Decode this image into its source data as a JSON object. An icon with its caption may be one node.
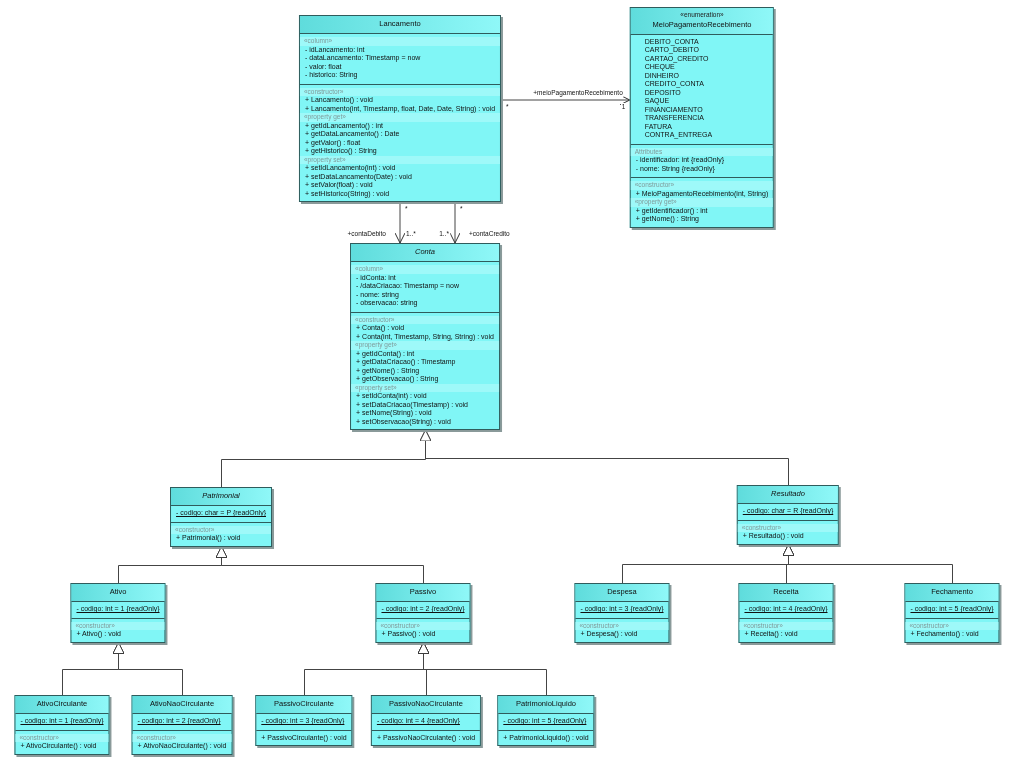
{
  "diagram": {
    "nodes": [
      {
        "text": [
          "Lancamento",
          "«column»",
          "- idLancamento: int",
          "- dataLancamento: Timestamp = now",
          "- valor: float",
          "- historico: String",
          "«constructor»",
          "+ Lancamento() : void",
          "+ Lancamento(int, Timestamp, float, Date, Date, String) : void",
          "«property get»",
          "+ getIdLancamento() : int",
          "+ getDataLancamento() : Date",
          "+ getValor() : float",
          "+ getHistorico() : String",
          "«property set»",
          "+ setIdLancamento(int) : void",
          "+ setDataLancamento(Date) : void",
          "+ setValor(float) : void",
          "+ setHistorico(String) : void"
        ]
      },
      {
        "text": [
          "«enumeration»",
          "MeioPagamentoRecebimento",
          "DEBITO_CONTA",
          "CARTO_DEBITO",
          "CARTAO_CREDITO",
          "CHEQUE",
          "DINHEIRO",
          "CREDITO_CONTA",
          "DEPOSITO",
          "SAQUE",
          "FINANCIAMENTO",
          "TRANSFERENCIA",
          "FATURA",
          "CONTRA_ENTREGA",
          "Attributes",
          "- identificador: int {readOnly}",
          "- nome: String {readOnly}",
          "«constructor»",
          "+ MeioPagamentoRecebimento(int, String)",
          "«property get»",
          "+ getIdentificador() : int",
          "+ getNome() : String"
        ]
      },
      {
        "text": [
          "Conta",
          "«column»",
          "- idConta: int",
          "- /dataCriacao: Timestamp = now",
          "- nome: string",
          "- observacao: string",
          "«constructor»",
          "+ Conta() : void",
          "+ Conta(int, Timestamp, String, String) : void",
          "«property get»",
          "+ getIdConta() : int",
          "+ getDataCriacao() : Timestamp",
          "+ getNome() : String",
          "+ getObservacao() : String",
          "«property set»",
          "+ setIdConta(int) : void",
          "+ setDataCriacao(Timestamp) : void",
          "+ setNome(String) : void",
          "+ setObservacao(String) : void"
        ]
      },
      {
        "text": [
          "Patrimonial",
          "- codigo: char = P {readOnly}",
          "«constructor»",
          "+ Patrimonial() : void"
        ]
      },
      {
        "text": [
          "Resultado",
          "- codigo: char = R {readOnly}",
          "«constructor»",
          "+ Resultado() : void"
        ]
      },
      {
        "text": [
          "Ativo",
          "- codigo: int = 1 {readOnly}",
          "«constructor»",
          "+ Ativo() : void"
        ]
      },
      {
        "text": [
          "Passivo",
          "- codigo: int = 2 {readOnly}",
          "«constructor»",
          "+ Passivo() : void"
        ]
      },
      {
        "text": [
          "Despesa",
          "- codigo: int = 3 {readOnly}",
          "«constructor»",
          "+ Despesa() : void"
        ]
      },
      {
        "text": [
          "Receita",
          "- codigo: int = 4 {readOnly}",
          "«constructor»",
          "+ Receita() : void"
        ]
      },
      {
        "text": [
          "Fechamento",
          "- codigo: int = 5 {readOnly}",
          "«constructor»",
          "+ Fechamento() : void"
        ]
      },
      {
        "text": [
          "AtivoCirculante",
          "- codigo: int = 1 {readOnly}",
          "«constructor»",
          "+ AtivoCirculante() : void"
        ]
      },
      {
        "text": [
          "AtivoNaoCirculante",
          "- codigo: int = 2 {readOnly}",
          "«constructor»",
          "+ AtivoNaoCirculante() : void"
        ]
      },
      {
        "text": [
          "PassivoCirculante",
          "- codigo: int = 3 {readOnly}",
          "+ PassivoCirculante() : void"
        ]
      },
      {
        "text": [
          "PassivoNaoCirculante",
          "- codigo: int = 4 {readOnly}",
          "+ PassivoNaoCirculante() : void"
        ]
      },
      {
        "text": [
          "PatrimonioLiquido",
          "- codigo: int = 5 {readOnly}",
          "+ PatrimonioLiquido() : void"
        ]
      }
    ],
    "edges": [
      {
        "from": 0,
        "to": 1,
        "arrow": "to",
        "label": "+meioPagamentoRecebimento"
      },
      {
        "from": 0,
        "to": 2,
        "arrow": "to",
        "label": "+contaDebito"
      },
      {
        "from": 0,
        "to": 2,
        "arrow": "to",
        "label": "+contaCredito"
      },
      {
        "from": 3,
        "to": 2,
        "arrow": "to"
      },
      {
        "from": 4,
        "to": 2,
        "arrow": "to"
      },
      {
        "from": 5,
        "to": 3,
        "arrow": "to"
      },
      {
        "from": 6,
        "to": 3,
        "arrow": "to"
      },
      {
        "from": 7,
        "to": 4,
        "arrow": "to"
      },
      {
        "from": 8,
        "to": 4,
        "arrow": "to"
      },
      {
        "from": 9,
        "to": 4,
        "arrow": "to"
      },
      {
        "from": 10,
        "to": 5,
        "arrow": "to"
      },
      {
        "from": 11,
        "to": 5,
        "arrow": "to"
      },
      {
        "from": 12,
        "to": 6,
        "arrow": "to"
      },
      {
        "from": 13,
        "to": 6,
        "arrow": "to"
      },
      {
        "from": 14,
        "to": 6,
        "arrow": "to"
      }
    ],
    "labels": [
      "*",
      "1",
      "*",
      "*",
      "1..*",
      "1..*"
    ]
  }
}
